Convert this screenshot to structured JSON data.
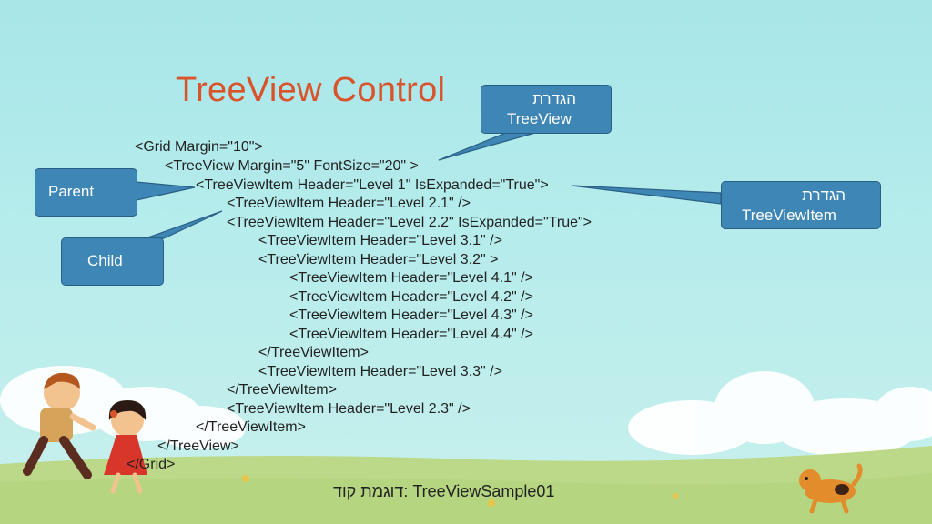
{
  "slide": {
    "title": "TreeView Control",
    "code_lines": [
      "<Grid Margin=\"10\">",
      "<TreeView Margin=\"5\" FontSize=\"20\" >",
      "<TreeViewItem Header=\"Level 1\" IsExpanded=\"True\">",
      "<TreeViewItem Header=\"Level 2.1\" />",
      "<TreeViewItem Header=\"Level 2.2\" IsExpanded=\"True\">",
      "<TreeViewItem Header=\"Level 3.1\" />",
      "<TreeViewItem Header=\"Level 3.2\" >",
      "<TreeViewItem Header=\"Level 4.1\" />",
      "<TreeViewItem Header=\"Level 4.2\" />",
      "<TreeViewItem Header=\"Level 4.3\" />",
      "<TreeViewItem Header=\"Level 4.4\" />",
      "</TreeViewItem>",
      "<TreeViewItem Header=\"Level 3.3\" />",
      "</TreeViewItem>",
      "<TreeViewItem Header=\"Level 2.3\" />",
      "</TreeViewItem>",
      "</TreeView>",
      "</Grid>"
    ],
    "callouts": {
      "treeview_def_he": "הגדרת",
      "treeview_def_en": "TreeView",
      "parent": "Parent",
      "child": "Child",
      "treeviewitem_def_he": "הגדרת",
      "treeviewitem_def_en": "TreeViewItem"
    },
    "footer": "דוגמת קוד: TreeViewSample01",
    "colors": {
      "title": "#d9532b",
      "callout_fill": "#3e86b5",
      "sky": "#b6ecec",
      "grass": "#bcd98a"
    }
  }
}
